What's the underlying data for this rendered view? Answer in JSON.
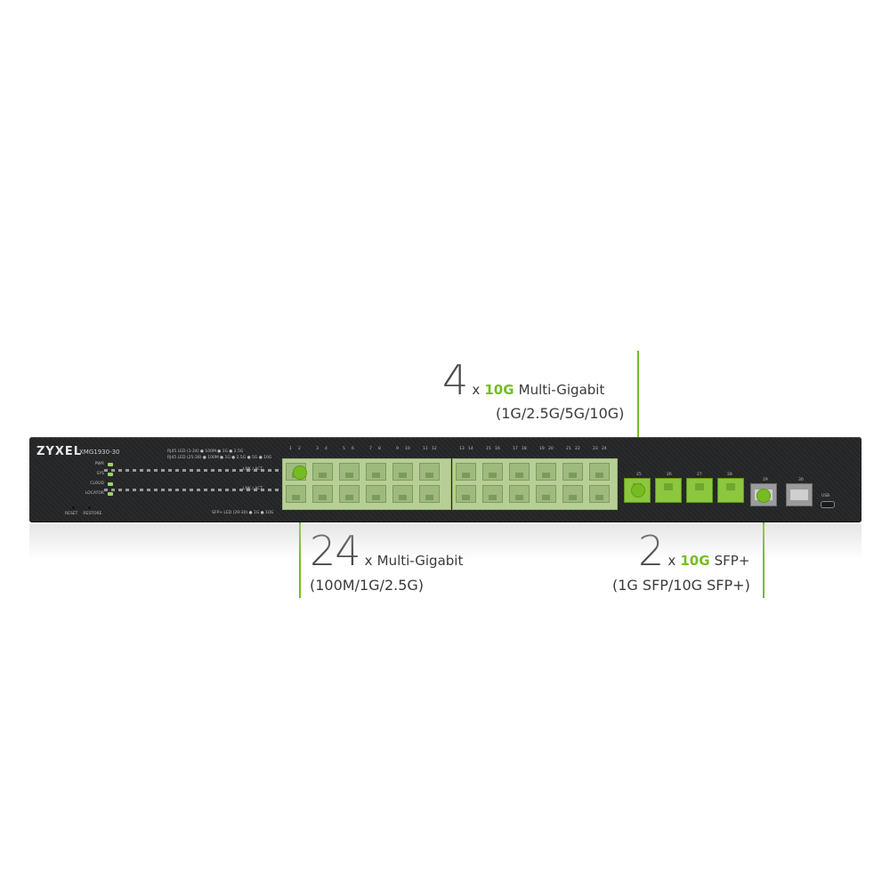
{
  "device": {
    "brand": "ZYXEL",
    "model": "XMG1930-30",
    "sys_leds": [
      "PWR",
      "SYS",
      "CLOUD",
      "LOCATOR"
    ],
    "buttons": [
      "RESET",
      "RESTORE"
    ],
    "legend_line1": "RJ45 LED (1-24) ● 100M ● 1G ● 2.5G",
    "legend_line2": "RJ45 LED (25-28) ● 100M ● 1G ● 2.5G ● 5G ● 10G",
    "lnk_act_label": "LNK / ACT",
    "sfp_legend": "SFP+ LED (29-30) ● 1G ● 10G",
    "usb_label": "USB",
    "port_pairs_top": [
      "1",
      "2",
      "3",
      "4",
      "5",
      "6",
      "7",
      "8",
      "9",
      "10",
      "11",
      "12",
      "13",
      "14",
      "15",
      "16",
      "17",
      "18",
      "19",
      "20",
      "21",
      "22",
      "23",
      "24"
    ],
    "mg_ports": [
      "25",
      "26",
      "27",
      "28"
    ],
    "sfp_ports": [
      "29",
      "30"
    ],
    "accent_color": "#76bc21"
  },
  "callouts": {
    "mg10g": {
      "count": "4",
      "x": "x",
      "speed": "10G",
      "label": "Multi-Gigabit",
      "detail": "(1G/2.5G/5G/10G)"
    },
    "mg24": {
      "count": "24",
      "x": "x",
      "label": "Multi-Gigabit",
      "detail": "(100M/1G/2.5G)"
    },
    "sfp": {
      "count": "2",
      "x": "x",
      "speed": "10G",
      "label": "SFP+",
      "detail": "(1G SFP/10G SFP+)"
    }
  }
}
